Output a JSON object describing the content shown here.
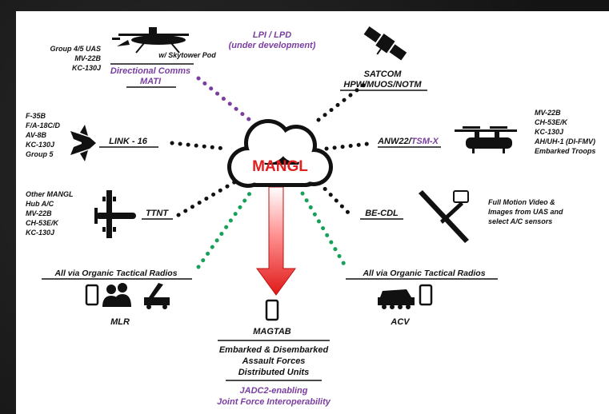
{
  "center": {
    "label": "MANGL"
  },
  "top_left": {
    "platforms": [
      "Group 4/5 UAS",
      "MV-22B",
      "KC-130J"
    ],
    "pod": "w/ Skytower Pod",
    "link_line1": "Directional Comms",
    "link_line2": "MATI"
  },
  "top_center": {
    "line1": "LPI / LPD",
    "line2": "(under development)"
  },
  "top_right": {
    "line1": "SATCOM",
    "line2": "HPW/MUOS/NOTM"
  },
  "left_mid": {
    "platforms": [
      "F-35B",
      "F/A-18C/D",
      "AV-8B",
      "KC-130J",
      "Group 5"
    ],
    "link": "LINK - 16"
  },
  "right_mid": {
    "link_a": "ANW22/",
    "link_b": "TSM-X",
    "platforms": [
      "MV-22B",
      "CH-53E/K",
      "KC-130J",
      "AH/UH-1 (DI-FMV)",
      "Embarked Troops"
    ]
  },
  "left_low": {
    "platforms": [
      "Other MANGL",
      "Hub A/C",
      "MV-22B",
      "CH-53E/K",
      "KC-130J"
    ],
    "link": "TTNT"
  },
  "right_low": {
    "link": "BE-CDL",
    "desc": [
      "Full Motion Video &",
      "Images from UAS and",
      "select A/C sensors"
    ]
  },
  "bottom_left": {
    "radio": "All via Organic Tactical Radios",
    "unit": "MLR"
  },
  "bottom_right": {
    "radio": "All via Organic Tactical Radios",
    "unit": "ACV"
  },
  "bottom_center": {
    "unit": "MAGTAB",
    "forces": [
      "Embarked & Disembarked",
      "Assault Forces",
      "Distributed Units"
    ],
    "jadc2": [
      "JADC2-enabling",
      "Joint Force Interoperability"
    ]
  },
  "colors": {
    "purple": "#7a3ea0",
    "green": "#17a05a",
    "arrow_red": "#e02020",
    "black": "#111111"
  }
}
